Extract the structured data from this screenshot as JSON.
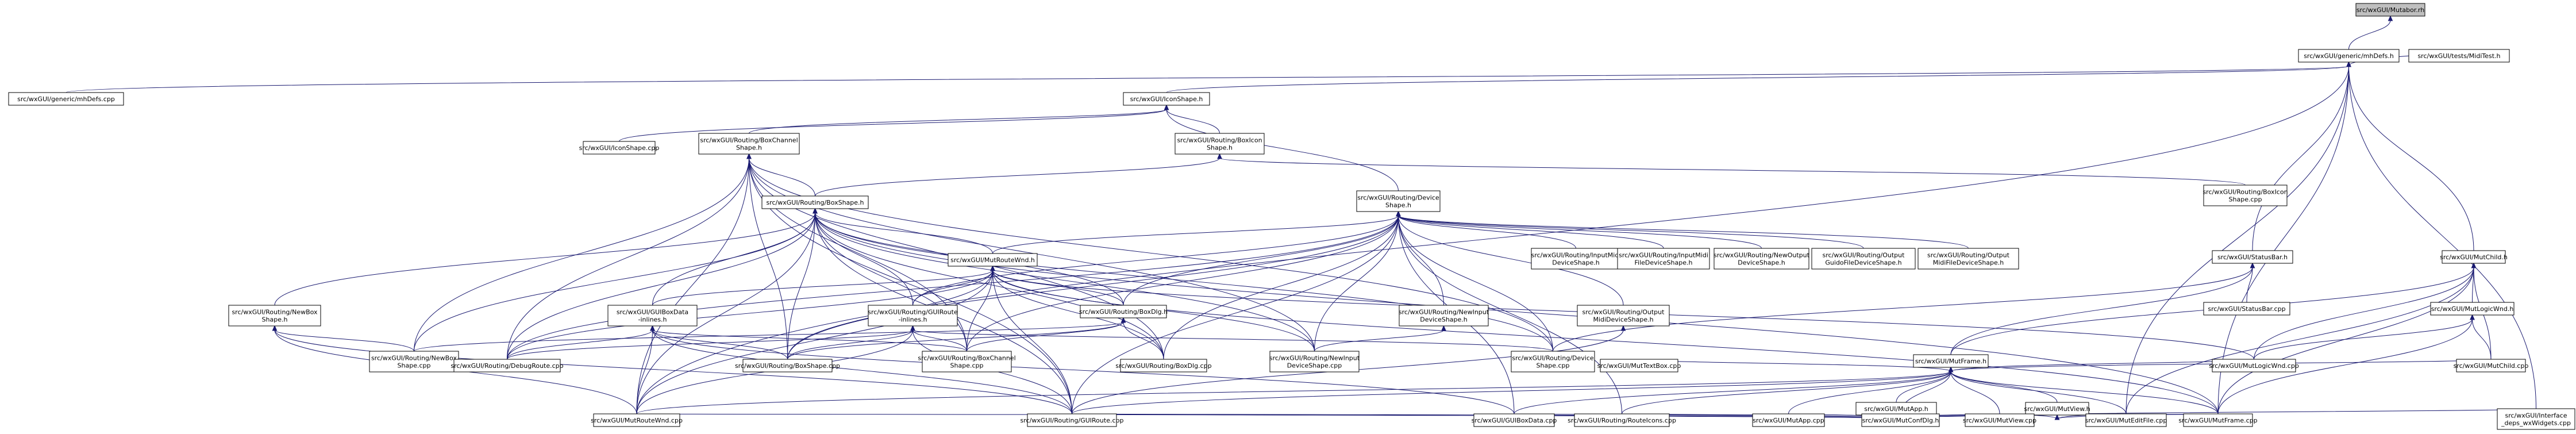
{
  "nodes": [
    {
      "id": "n0",
      "lines": [
        "src/wxGUI/Mutabor.rh"
      ],
      "style": "root"
    },
    {
      "id": "n1",
      "lines": [
        "src/wxGUI/generic/mhDefs.h"
      ],
      "style": "normal"
    },
    {
      "id": "n2",
      "lines": [
        "src/wxGUI/tests/MidiTest.h"
      ],
      "style": "normal"
    },
    {
      "id": "n3",
      "lines": [
        "src/wxGUI/generic/mhDefs.cpp"
      ],
      "style": "normal"
    },
    {
      "id": "n4",
      "lines": [
        "src/wxGUI/IconShape.h"
      ],
      "style": "normal"
    },
    {
      "id": "n5",
      "lines": [
        "src/wxGUI/IconShape.cpp"
      ],
      "style": "normal"
    },
    {
      "id": "n6",
      "lines": [
        "src/wxGUI/Routing/BoxChannel",
        "Shape.h"
      ],
      "style": "normal"
    },
    {
      "id": "n7",
      "lines": [
        "src/wxGUI/Routing/BoxIcon",
        "Shape.h"
      ],
      "style": "normal"
    },
    {
      "id": "n8",
      "lines": [
        "src/wxGUI/Routing/BoxIcon",
        "Shape.cpp"
      ],
      "style": "normal"
    },
    {
      "id": "n9",
      "lines": [
        "src/wxGUI/Routing/BoxShape.h"
      ],
      "style": "normal"
    },
    {
      "id": "n10",
      "lines": [
        "src/wxGUI/Routing/Device",
        "Shape.h"
      ],
      "style": "normal"
    },
    {
      "id": "n11",
      "lines": [
        "src/wxGUI/Routing/InputMidi",
        "DeviceShape.h"
      ],
      "style": "red"
    },
    {
      "id": "n12",
      "lines": [
        "src/wxGUI/Routing/InputMidi",
        "FileDeviceShape.h"
      ],
      "style": "red"
    },
    {
      "id": "n13",
      "lines": [
        "src/wxGUI/Routing/NewOutput",
        "DeviceShape.h"
      ],
      "style": "red"
    },
    {
      "id": "n14",
      "lines": [
        "src/wxGUI/Routing/Output",
        "GuidoFileDeviceShape.h"
      ],
      "style": "red"
    },
    {
      "id": "n15",
      "lines": [
        "src/wxGUI/Routing/Output",
        "MidiFileDeviceShape.h"
      ],
      "style": "red"
    },
    {
      "id": "n16",
      "lines": [
        "src/wxGUI/MutRouteWnd.h"
      ],
      "style": "red"
    },
    {
      "id": "n17",
      "lines": [
        "src/wxGUI/StatusBar.h"
      ],
      "style": "normal"
    },
    {
      "id": "n18",
      "lines": [
        "src/wxGUI/MutChild.h"
      ],
      "style": "normal"
    },
    {
      "id": "n19",
      "lines": [
        "src/wxGUI/StatusBar.cpp"
      ],
      "style": "normal"
    },
    {
      "id": "n20",
      "lines": [
        "src/wxGUI/MutLogicWnd.h"
      ],
      "style": "normal"
    },
    {
      "id": "n21",
      "lines": [
        "src/wxGUI/Routing/NewBox",
        "Shape.h"
      ],
      "style": "normal"
    },
    {
      "id": "n22",
      "lines": [
        "src/wxGUI/GUIBoxData",
        "-inlines.h"
      ],
      "style": "normal"
    },
    {
      "id": "n23",
      "lines": [
        "src/wxGUI/Routing/GUIRoute",
        "-inlines.h"
      ],
      "style": "red"
    },
    {
      "id": "n24",
      "lines": [
        "src/wxGUI/Routing/BoxDlg.h"
      ],
      "style": "normal"
    },
    {
      "id": "n25",
      "lines": [
        "src/wxGUI/Routing/NewInput",
        "DeviceShape.h"
      ],
      "style": "normal"
    },
    {
      "id": "n26",
      "lines": [
        "src/wxGUI/Routing/Output",
        "MidiDeviceShape.h"
      ],
      "style": "red"
    },
    {
      "id": "n27",
      "lines": [
        "src/wxGUI/MutFrame.h"
      ],
      "style": "normal"
    },
    {
      "id": "n28",
      "lines": [
        "src/wxGUI/Routing/NewBox",
        "Shape.cpp"
      ],
      "style": "normal"
    },
    {
      "id": "n29",
      "lines": [
        "src/wxGUI/Routing/DebugRoute.cpp"
      ],
      "style": "red"
    },
    {
      "id": "n30",
      "lines": [
        "src/wxGUI/Routing/BoxShape.cpp"
      ],
      "style": "normal"
    },
    {
      "id": "n31",
      "lines": [
        "src/wxGUI/Routing/BoxChannel",
        "Shape.cpp"
      ],
      "style": "normal"
    },
    {
      "id": "n32",
      "lines": [
        "src/wxGUI/Routing/BoxDlg.cpp"
      ],
      "style": "normal"
    },
    {
      "id": "n33",
      "lines": [
        "src/wxGUI/Routing/NewInput",
        "DeviceShape.cpp"
      ],
      "style": "normal"
    },
    {
      "id": "n34",
      "lines": [
        "src/wxGUI/Routing/Device",
        "Shape.cpp"
      ],
      "style": "normal"
    },
    {
      "id": "n35",
      "lines": [
        "src/wxGUI/MutTextBox.cpp"
      ],
      "style": "normal"
    },
    {
      "id": "n36",
      "lines": [
        "src/wxGUI/MutLogicWnd.cpp"
      ],
      "style": "normal"
    },
    {
      "id": "n37",
      "lines": [
        "src/wxGUI/MutChild.cpp"
      ],
      "style": "normal"
    },
    {
      "id": "n38",
      "lines": [
        "src/wxGUI/MutApp.h"
      ],
      "style": "red"
    },
    {
      "id": "n39",
      "lines": [
        "src/wxGUI/MutView.h"
      ],
      "style": "red"
    },
    {
      "id": "n40",
      "lines": [
        "src/wxGUI/MutRouteWnd.cpp"
      ],
      "style": "normal"
    },
    {
      "id": "n41",
      "lines": [
        "src/wxGUI/Routing/GUIRoute.cpp"
      ],
      "style": "normal"
    },
    {
      "id": "n42",
      "lines": [
        "src/wxGUI/GUIBoxData.cpp"
      ],
      "style": "normal"
    },
    {
      "id": "n43",
      "lines": [
        "src/wxGUI/Routing/RouteIcons.cpp"
      ],
      "style": "normal"
    },
    {
      "id": "n44",
      "lines": [
        "src/wxGUI/MutApp.cpp"
      ],
      "style": "normal"
    },
    {
      "id": "n45",
      "lines": [
        "src/wxGUI/MutConfDlg.h"
      ],
      "style": "normal"
    },
    {
      "id": "n46",
      "lines": [
        "src/wxGUI/MutView.cpp"
      ],
      "style": "normal"
    },
    {
      "id": "n47",
      "lines": [
        "src/wxGUI/MutEditFile.cpp"
      ],
      "style": "normal"
    },
    {
      "id": "n48",
      "lines": [
        "src/wxGUI/MutFrame.cpp"
      ],
      "style": "normal"
    },
    {
      "id": "n49",
      "lines": [
        "src/wxGUI/Interface",
        "_deps_wxWidgets.cpp"
      ],
      "style": "normal"
    }
  ],
  "edges": [
    [
      "n0",
      "n1"
    ],
    [
      "n1",
      "n2"
    ],
    [
      "n1",
      "n3"
    ],
    [
      "n1",
      "n4"
    ],
    [
      "n1",
      "n17"
    ],
    [
      "n1",
      "n18"
    ],
    [
      "n1",
      "n40"
    ],
    [
      "n1",
      "n47"
    ],
    [
      "n1",
      "n48"
    ],
    [
      "n1",
      "n49"
    ],
    [
      "n4",
      "n5"
    ],
    [
      "n4",
      "n6"
    ],
    [
      "n4",
      "n7"
    ],
    [
      "n4",
      "n10"
    ],
    [
      "n7",
      "n8"
    ],
    [
      "n7",
      "n9"
    ],
    [
      "n6",
      "n9"
    ],
    [
      "n6",
      "n28"
    ],
    [
      "n6",
      "n29"
    ],
    [
      "n6",
      "n30"
    ],
    [
      "n6",
      "n31"
    ],
    [
      "n6",
      "n32"
    ],
    [
      "n6",
      "n33"
    ],
    [
      "n6",
      "n41"
    ],
    [
      "n6",
      "n40"
    ],
    [
      "n6",
      "n34"
    ],
    [
      "n9",
      "n21"
    ],
    [
      "n9",
      "n22"
    ],
    [
      "n9",
      "n23"
    ],
    [
      "n9",
      "n16"
    ],
    [
      "n9",
      "n24"
    ],
    [
      "n9",
      "n28"
    ],
    [
      "n9",
      "n29"
    ],
    [
      "n9",
      "n30"
    ],
    [
      "n9",
      "n31"
    ],
    [
      "n9",
      "n32"
    ],
    [
      "n9",
      "n33"
    ],
    [
      "n9",
      "n40"
    ],
    [
      "n9",
      "n41"
    ],
    [
      "n9",
      "n34"
    ],
    [
      "n9",
      "n48"
    ],
    [
      "n10",
      "n11"
    ],
    [
      "n10",
      "n12"
    ],
    [
      "n10",
      "n13"
    ],
    [
      "n10",
      "n14"
    ],
    [
      "n10",
      "n15"
    ],
    [
      "n10",
      "n16"
    ],
    [
      "n10",
      "n23"
    ],
    [
      "n10",
      "n24"
    ],
    [
      "n10",
      "n25"
    ],
    [
      "n10",
      "n26"
    ],
    [
      "n10",
      "n29"
    ],
    [
      "n10",
      "n30"
    ],
    [
      "n10",
      "n31"
    ],
    [
      "n10",
      "n32"
    ],
    [
      "n10",
      "n33"
    ],
    [
      "n10",
      "n34"
    ],
    [
      "n10",
      "n41"
    ],
    [
      "n10",
      "n42"
    ],
    [
      "n10",
      "n43"
    ],
    [
      "n16",
      "n22"
    ],
    [
      "n16",
      "n23"
    ],
    [
      "n16",
      "n24"
    ],
    [
      "n16",
      "n29"
    ],
    [
      "n16",
      "n30"
    ],
    [
      "n16",
      "n31"
    ],
    [
      "n16",
      "n32"
    ],
    [
      "n16",
      "n33"
    ],
    [
      "n16",
      "n40"
    ],
    [
      "n16",
      "n41"
    ],
    [
      "n16",
      "n36"
    ],
    [
      "n16",
      "n48"
    ],
    [
      "n17",
      "n19"
    ],
    [
      "n17",
      "n27"
    ],
    [
      "n17",
      "n34"
    ],
    [
      "n18",
      "n20"
    ],
    [
      "n18",
      "n27"
    ],
    [
      "n18",
      "n36"
    ],
    [
      "n18",
      "n37"
    ],
    [
      "n18",
      "n47"
    ],
    [
      "n18",
      "n48"
    ],
    [
      "n20",
      "n36"
    ],
    [
      "n20",
      "n37"
    ],
    [
      "n20",
      "n48"
    ],
    [
      "n21",
      "n28"
    ],
    [
      "n21",
      "n40"
    ],
    [
      "n21",
      "n41"
    ],
    [
      "n22",
      "n29"
    ],
    [
      "n22",
      "n30"
    ],
    [
      "n22",
      "n31"
    ],
    [
      "n22",
      "n40"
    ],
    [
      "n22",
      "n41"
    ],
    [
      "n22",
      "n42"
    ],
    [
      "n23",
      "n29"
    ],
    [
      "n23",
      "n30"
    ],
    [
      "n23",
      "n31"
    ],
    [
      "n23",
      "n34"
    ],
    [
      "n23",
      "n40"
    ],
    [
      "n23",
      "n41"
    ],
    [
      "n24",
      "n28"
    ],
    [
      "n24",
      "n30"
    ],
    [
      "n24",
      "n31"
    ],
    [
      "n24",
      "n32"
    ],
    [
      "n25",
      "n33"
    ],
    [
      "n26",
      "n41"
    ],
    [
      "n27",
      "n35"
    ],
    [
      "n27",
      "n37"
    ],
    [
      "n27",
      "n38"
    ],
    [
      "n27",
      "n39"
    ],
    [
      "n27",
      "n40"
    ],
    [
      "n27",
      "n41"
    ],
    [
      "n27",
      "n42"
    ],
    [
      "n27",
      "n43"
    ],
    [
      "n27",
      "n44"
    ],
    [
      "n27",
      "n45"
    ],
    [
      "n27",
      "n46"
    ],
    [
      "n27",
      "n47"
    ],
    [
      "n27",
      "n48"
    ],
    [
      "n27",
      "n36"
    ],
    [
      "n38",
      "n40"
    ],
    [
      "n38",
      "n41"
    ],
    [
      "n38",
      "n42"
    ],
    [
      "n38",
      "n43"
    ],
    [
      "n38",
      "n44"
    ],
    [
      "n38",
      "n45"
    ],
    [
      "n38",
      "n46"
    ],
    [
      "n38",
      "n47"
    ],
    [
      "n38",
      "n48"
    ],
    [
      "n38",
      "n49"
    ],
    [
      "n39",
      "n46"
    ],
    [
      "n39",
      "n47"
    ],
    [
      "n39",
      "n48"
    ]
  ],
  "colors": {
    "edge": "#191970",
    "border": "#000000",
    "root_fill": "#bfbfbf",
    "node_fill": "#ffffff",
    "red_border": "#ff0000"
  }
}
